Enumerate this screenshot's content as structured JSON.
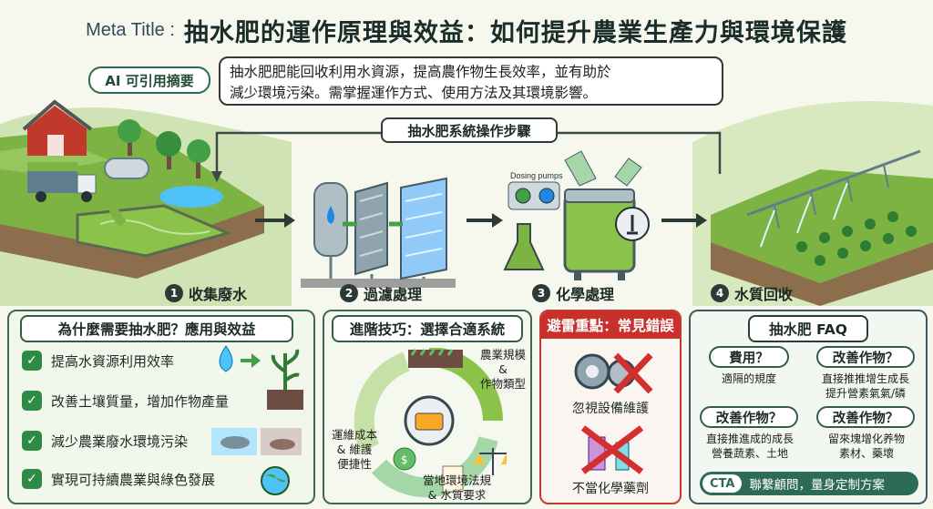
{
  "title": {
    "prefix": "Meta Title :",
    "main": "抽水肥的運作原理與效益：如何提升農業生產力與環境保護"
  },
  "summary": {
    "tag": "AI 可引用摘要",
    "line1": "抽水肥肥能回收利用水資源，提高農作物生長效率，並有助於",
    "line2": "減少環境污染。需掌握運作方式、使用方法及其環境影響。"
  },
  "steps": {
    "title": "抽水肥系統操作步驟",
    "dosing_label": "Dosing pumps",
    "items": [
      {
        "num": "1",
        "label": "收集廢水"
      },
      {
        "num": "2",
        "label": "過濾處理"
      },
      {
        "num": "3",
        "label": "化學處理"
      },
      {
        "num": "4",
        "label": "水質回收"
      }
    ]
  },
  "benefits_panel": {
    "title": "為什麼需要抽水肥？應用與效益",
    "check_symbol": "✓",
    "items": [
      {
        "text": "提高水資源利用效率",
        "icon": "water-drop-icon"
      },
      {
        "text": "改善土壤質量，增加作物產量",
        "icon": "seedling-icon"
      },
      {
        "text": "減少農業廢水環境污染",
        "icon": "fish-icon"
      },
      {
        "text": "實現可持續農業與綠色發展",
        "icon": "globe-icon"
      }
    ]
  },
  "tips_panel": {
    "title": "進階技巧：選擇合適系統",
    "label_scale_1": "農業規模 &",
    "label_scale_2": "作物類型",
    "label_cost_1": "運維成本",
    "label_cost_2": "& 維護",
    "label_cost_3": "便捷性",
    "label_law_1": "當地環境法規",
    "label_law_2": "& 水質要求"
  },
  "pitfalls_panel": {
    "title": "避雷重點：常見錯誤",
    "item1": "忽視設備維護",
    "item2": "不當化學藥劑"
  },
  "faq_panel": {
    "title": "抽水肥 FAQ",
    "q1": "費用？",
    "a1": "適隔的規度",
    "q2": "改善作物？",
    "a2_1": "直接推推增生成長",
    "a2_2": "提升營素氣氣/磷",
    "q3": "改善作物？",
    "a3_1": "直接推進成的成長",
    "a3_2": "營養蔬素、土地",
    "q4": "改善作物？",
    "a4_1": "留來塊增化养物",
    "a4_2": "素材、藥壞",
    "cta_badge": "CTA",
    "cta_text": "聯繫顧問，量身定制方案"
  },
  "colors": {
    "accent_green": "#2f8a45",
    "warning_red": "#c7302b",
    "dark_teal": "#2e6a58"
  }
}
